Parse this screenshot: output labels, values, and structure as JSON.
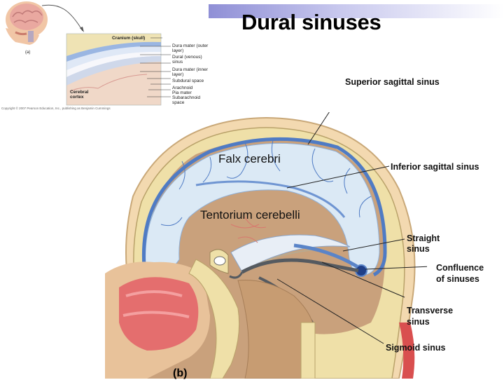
{
  "title": "Dural sinuses",
  "inset": {
    "panel_label": "(a)",
    "labels": [
      {
        "id": "cranium",
        "text": "Cranium (skull)"
      },
      {
        "id": "dura-outer",
        "text": "Dura mater (outer layer)"
      },
      {
        "id": "dural-sinus",
        "text": "Dural (venous) sinus"
      },
      {
        "id": "dura-inner",
        "text": "Dura mater (inner layer)"
      },
      {
        "id": "subdural",
        "text": "Subdural space"
      },
      {
        "id": "arachnoid",
        "text": "Arachnoid"
      },
      {
        "id": "pia",
        "text": "Pia mater"
      },
      {
        "id": "subarachnoid",
        "text": "Subarachnoid space"
      },
      {
        "id": "cortex",
        "text": "Cerebral cortex"
      }
    ],
    "copyright": "Copyright © 2007 Pearson Education, Inc., publishing as Benjamin Cummings"
  },
  "main": {
    "panel_label": "(b)",
    "inner_labels": {
      "falx": "Falx cerebri",
      "tentorium": "Tentorium cerebelli"
    },
    "callouts": {
      "superior_sagittal": "Superior sagittal sinus",
      "inferior_sagittal": "Inferior sagittal sinus",
      "straight_1": "Straight",
      "straight_2": "sinus",
      "confluence_1": "Confluence",
      "confluence_2": "of sinuses",
      "transverse_1": "Transverse",
      "transverse_2": "sinus",
      "sigmoid": "Sigmoid sinus"
    }
  },
  "colors": {
    "title_bar": "#8f8fd6",
    "dura": "#d8e8f4",
    "sinus": "#5a84c8",
    "bone": "#efe0a8",
    "brain_cavity": "#c9a17c",
    "nasal": "#e46e6e"
  }
}
